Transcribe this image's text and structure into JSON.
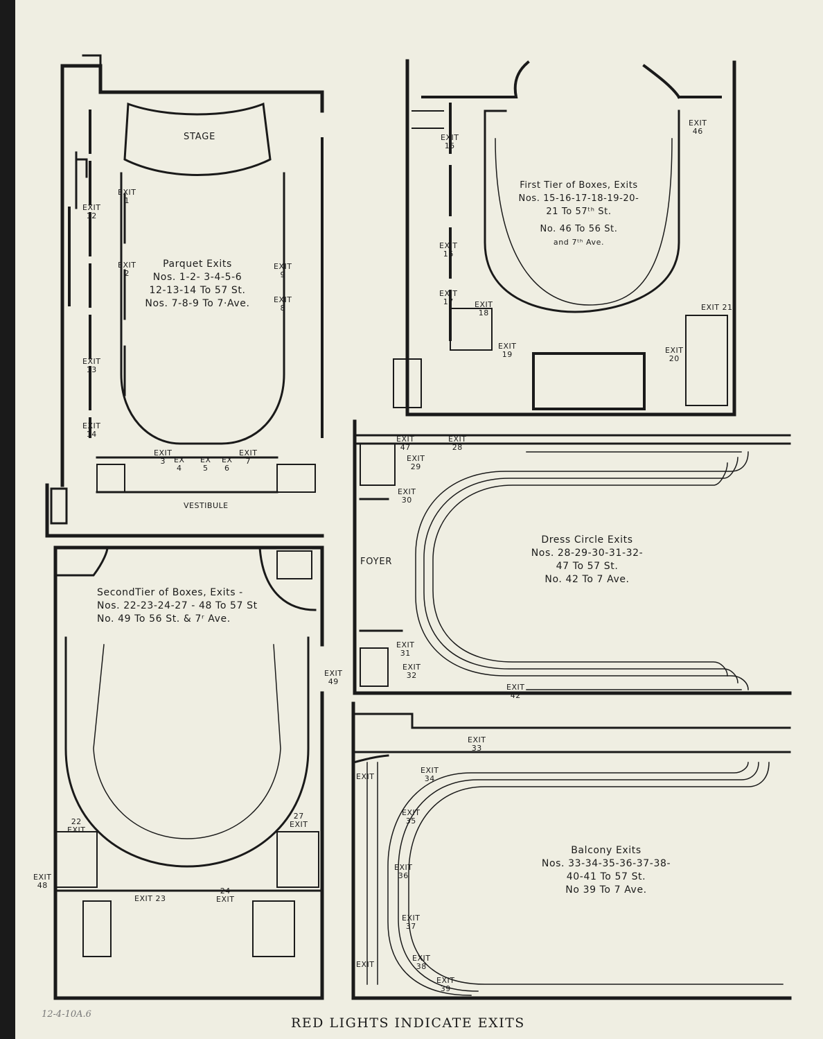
{
  "plans": {
    "parquet": {
      "stage": "STAGE",
      "vestibule": "VESTIBULE",
      "title": "Parquet Exits",
      "lines": [
        "Nos. 1-2- 3-4-5-6",
        "12-13-14 To 57 St.",
        "Nos. 7-8-9 To 7·Ave."
      ]
    },
    "first_tier": {
      "title": "First Tier of Boxes, Exits",
      "lines": [
        "Nos. 15-16-17-18-19-20-",
        "21 To 57ᵗʰ St.",
        "No. 46 To 56 St.",
        "and 7ᵗʰ Ave."
      ]
    },
    "second_tier": {
      "title": "SecondTier of Boxes, Exits -",
      "lines": [
        "Nos. 22-23-24-27 - 48 To 57 St",
        "No. 49 To 56 St. & 7ʳ Ave."
      ]
    },
    "dress_circle": {
      "foyer": "FOYER",
      "title": "Dress Circle Exits",
      "lines": [
        "Nos. 28-29-30-31-32-",
        "47 To 57 St.",
        "No. 42 To 7 Ave."
      ]
    },
    "balcony": {
      "title": "Balcony Exits",
      "lines": [
        "Nos. 33-34-35-36-37-38-",
        "40-41 To 57 St.",
        "No 39 To 7 Ave."
      ]
    }
  },
  "exits": {
    "e1": [
      "EXIT",
      "1"
    ],
    "e2": [
      "EXIT",
      "2"
    ],
    "e3": [
      "EXIT",
      "3"
    ],
    "e4": [
      "EX",
      "4"
    ],
    "e5": [
      "EX",
      "5"
    ],
    "e6": [
      "EX",
      "6"
    ],
    "e7": [
      "EXIT",
      "7"
    ],
    "e8": [
      "EXIT",
      "8"
    ],
    "e9": [
      "EXIT",
      "9"
    ],
    "e12": [
      "EXIT",
      "12"
    ],
    "e13": [
      "EXIT",
      "13"
    ],
    "e14": [
      "EXIT",
      "14"
    ],
    "e15": [
      "EXIT",
      "15"
    ],
    "e16": [
      "EXIT",
      "16"
    ],
    "e17": [
      "EXIT",
      "17"
    ],
    "e18": [
      "EXIT",
      "18"
    ],
    "e19": [
      "EXIT",
      "19"
    ],
    "e20": [
      "EXIT",
      "20"
    ],
    "e21": "EXIT 21",
    "e46": [
      "EXIT",
      "46"
    ],
    "e47": [
      "EXIT",
      "47"
    ],
    "e28": [
      "EXIT",
      "28"
    ],
    "e29": [
      "EXIT",
      "29"
    ],
    "e30": [
      "EXIT",
      "30"
    ],
    "e31": [
      "EXIT",
      "31"
    ],
    "e32": [
      "EXIT",
      "32"
    ],
    "e42": [
      "EXIT",
      "42"
    ],
    "e49": [
      "EXIT",
      "49"
    ],
    "e22": [
      "22",
      "EXIT"
    ],
    "e27": [
      "27",
      "EXIT"
    ],
    "e48": [
      "EXIT",
      "48"
    ],
    "e23": "EXIT 23",
    "e24": [
      "24",
      "EXIT"
    ],
    "e33": [
      "EXIT",
      "33"
    ],
    "e34": [
      "EXIT",
      "34"
    ],
    "e35": [
      "EXIT",
      "35"
    ],
    "e36": [
      "EXIT",
      "36"
    ],
    "e37": [
      "EXIT",
      "37"
    ],
    "e38": [
      "EXIT",
      "38"
    ],
    "e39": [
      "EXIT",
      "39"
    ],
    "ebal_top": "EXIT",
    "ebal_bot": "EXIT"
  },
  "footer": "RED LIGHTS INDICATE EXITS",
  "pencil_note": "12-4-10A.6"
}
